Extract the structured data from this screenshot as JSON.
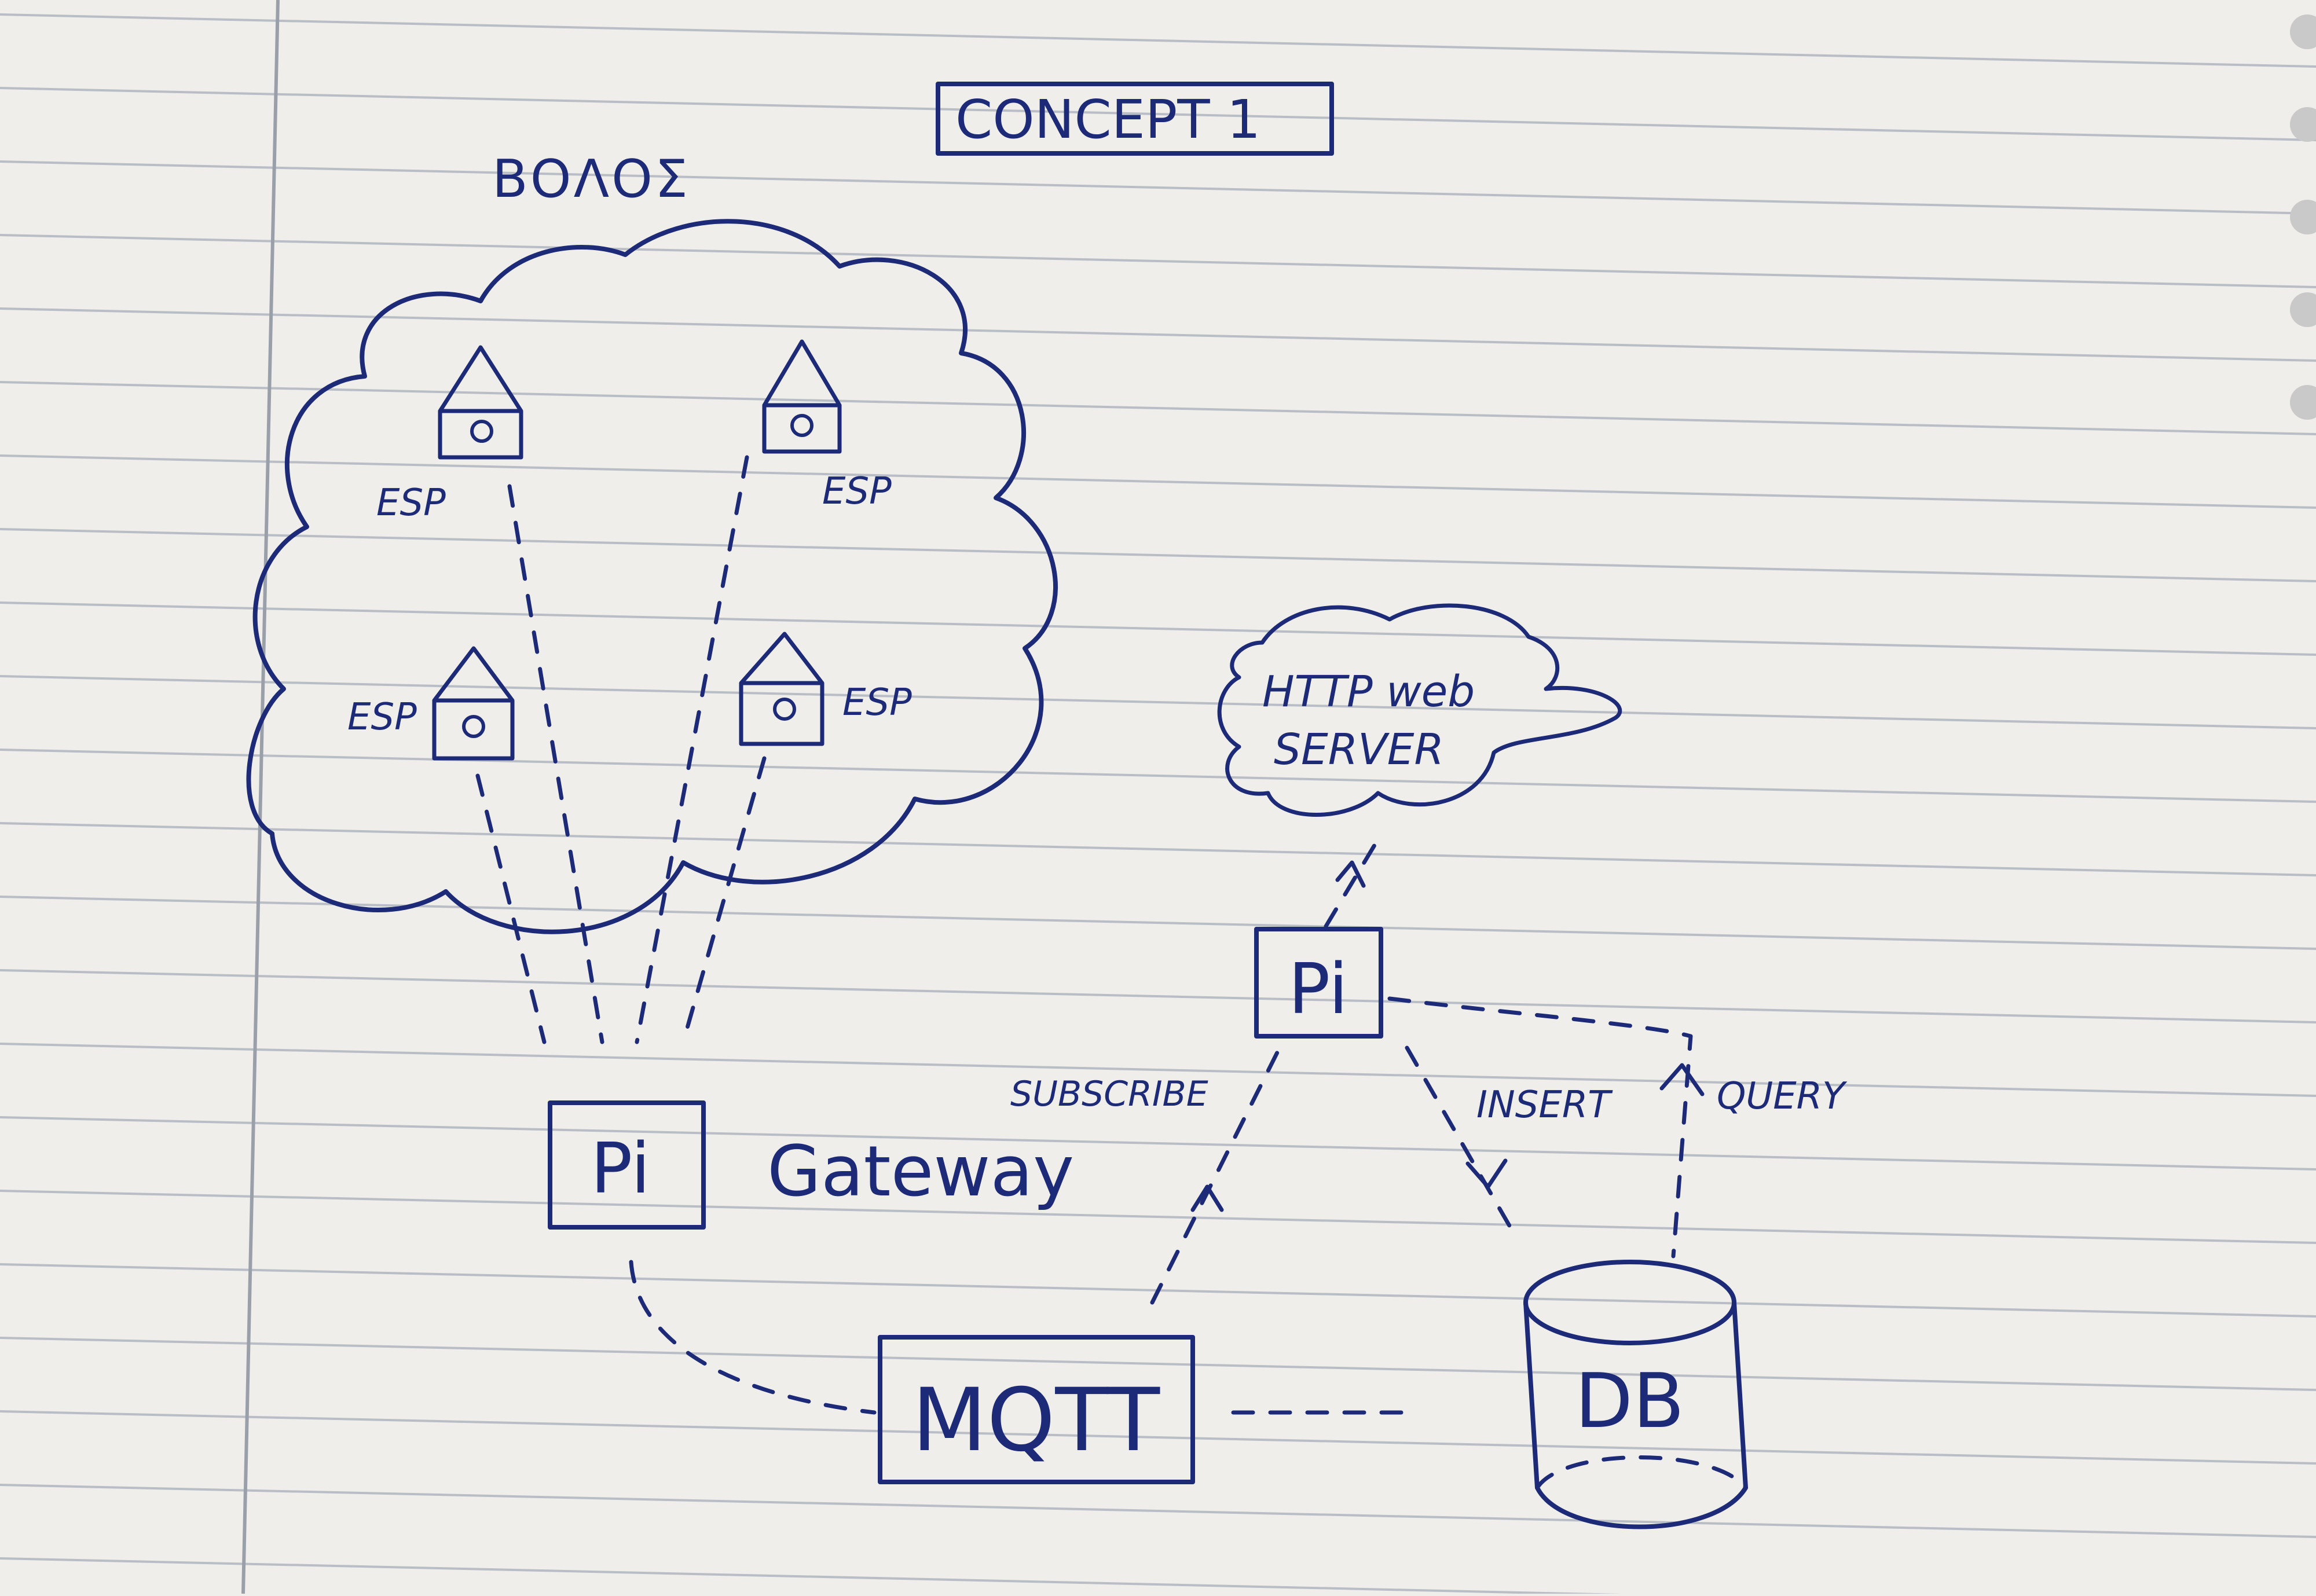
{
  "title": "CONCEPT 1",
  "region_label": "ΒΟΛΟΣ",
  "devices": [
    {
      "label": "ESP"
    },
    {
      "label": "ESP"
    },
    {
      "label": "ESP"
    },
    {
      "label": "ESP"
    }
  ],
  "gateway": {
    "node": "Pi",
    "label": "Gateway"
  },
  "server_pi": {
    "node": "Pi"
  },
  "broker": {
    "label": "MQTT"
  },
  "database": {
    "label": "DB"
  },
  "web_server": {
    "line1": "HTTP web",
    "line2": "SERVER"
  },
  "edges": {
    "subscribe": "SUBSCRIBE",
    "insert": "INSERT",
    "query": "QUERY"
  },
  "colors": {
    "ink": "#1c2a78",
    "paper": "#efeeea",
    "ruling": "#b9bdc6",
    "margin": "#9aa0aa"
  }
}
